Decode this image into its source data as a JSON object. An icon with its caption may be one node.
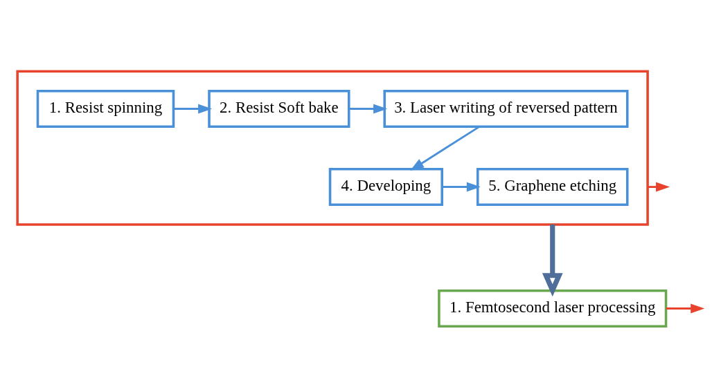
{
  "diagram": {
    "nodes": [
      {
        "text": [],
        "shape": "box"
      },
      {
        "text": [
          "1. Resist spinning"
        ],
        "in": 0
      },
      {
        "text": [
          "2. Resist Soft bake"
        ],
        "in": 0
      },
      {
        "text": [
          "3. Laser writing of reversed pattern"
        ],
        "in": 0
      },
      {
        "text": [
          "4. Developing"
        ],
        "in": 0
      },
      {
        "text": [
          "5. Graphene etching"
        ],
        "in": 0
      },
      {
        "text": [
          "1. Femtosecond laser processing"
        ]
      }
    ],
    "edges": [
      {
        "from": 1,
        "to": 2,
        "arrow": "to"
      },
      {
        "from": 2,
        "to": 3,
        "arrow": "to"
      },
      {
        "from": 3,
        "to": 4,
        "arrow": "to"
      },
      {
        "from": 4,
        "to": 5,
        "arrow": "to"
      },
      {
        "from": 0,
        "to": null,
        "arrow": "to",
        "color": "#e8432d"
      },
      {
        "from": 0,
        "to": 6,
        "arrow": "to",
        "style": "thick",
        "color": "#4f6f9a"
      },
      {
        "from": 6,
        "to": null,
        "arrow": "to",
        "color": "#e8432d"
      }
    ]
  }
}
